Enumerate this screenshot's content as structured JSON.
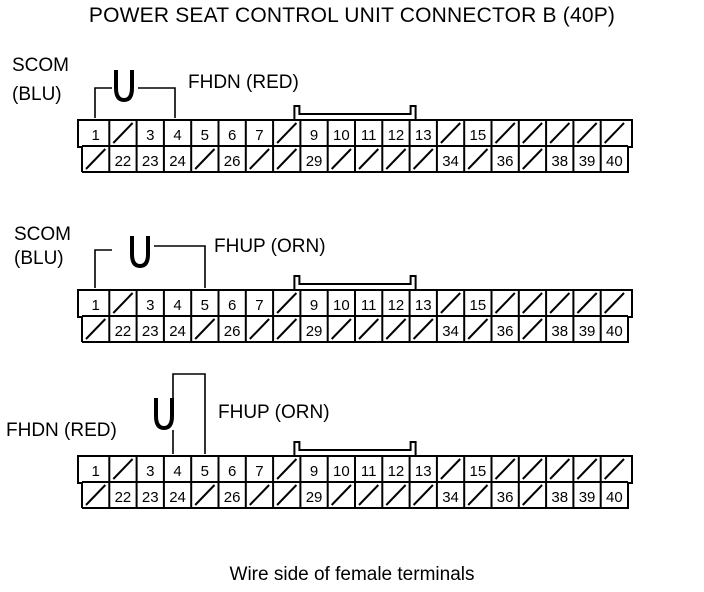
{
  "title": "POWER SEAT CONTROL UNIT CONNECTOR B (40P)",
  "caption": "Wire side of female terminals",
  "connector": {
    "top_row": [
      "1",
      "",
      "3",
      "4",
      "5",
      "6",
      "7",
      "",
      "9",
      "10",
      "11",
      "12",
      "13",
      "",
      "15",
      "",
      "",
      "",
      "",
      ""
    ],
    "bottom_row": [
      "",
      "22",
      "23",
      "24",
      "",
      "26",
      "",
      "",
      "29",
      "",
      "",
      "",
      "",
      "34",
      "",
      "36",
      "",
      "38",
      "39",
      "40"
    ]
  },
  "diagrams": [
    {
      "probe_from": {
        "label_lines": [
          "SCOM",
          "(BLU)"
        ],
        "pin": "1"
      },
      "probe_to": {
        "label": "FHDN (RED)",
        "pin": "4"
      }
    },
    {
      "probe_from": {
        "label_lines": [
          "SCOM",
          "(BLU)"
        ],
        "pin": "1"
      },
      "probe_to": {
        "label": "FHUP (ORN)",
        "pin": "5"
      }
    },
    {
      "probe_from": {
        "label_lines": [
          "FHDN (RED)"
        ],
        "pin": "4"
      },
      "probe_to": {
        "label": "FHUP (ORN)",
        "pin": "5"
      }
    }
  ]
}
